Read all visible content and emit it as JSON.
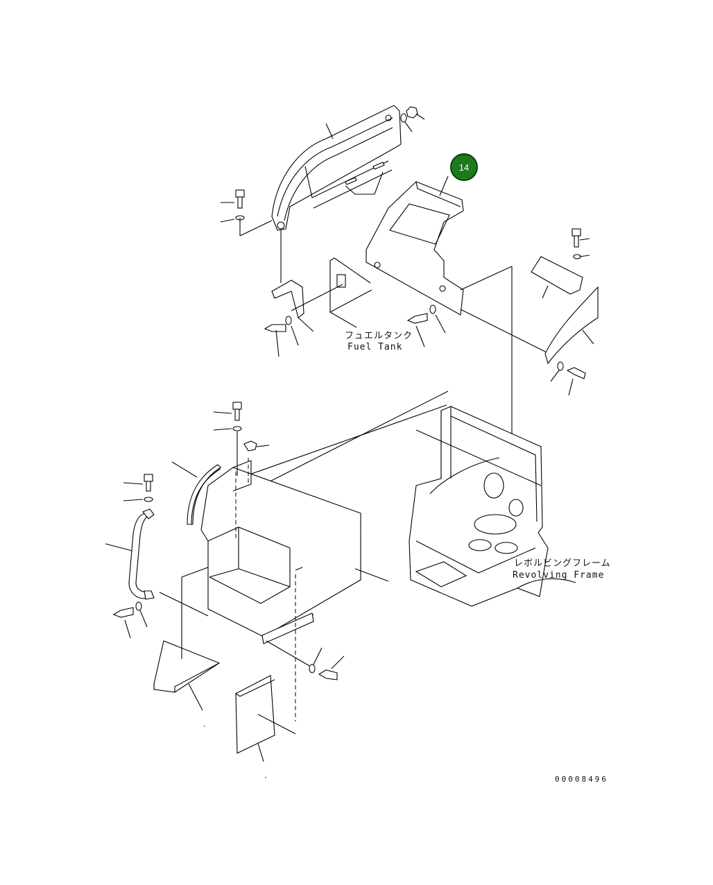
{
  "labels": {
    "fuel_tank_jp": "フュエルタンク",
    "fuel_tank_en": "Fuel Tank",
    "revolving_frame_jp": "レボルビングフレーム",
    "revolving_frame_en": "Revolving Frame",
    "drawing_number": "00008496",
    "dash_mark": "-",
    "dot_mark": "·"
  },
  "callouts": [
    {
      "number": "14",
      "color": "#1d7a1d"
    }
  ]
}
